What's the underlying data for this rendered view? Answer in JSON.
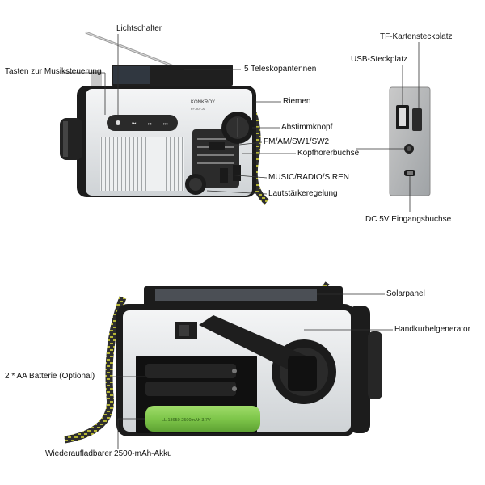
{
  "labels": {
    "light_switch": "Lichtschalter",
    "music_buttons": "Tasten zur Musiksteuerung",
    "telescopic_antennas": "5 Teleskopantennen",
    "strap": "Riemen",
    "tuning_knob": "Abstimmknopf",
    "bands": "FM/AM/SW1/SW2",
    "headphone_jack": "Kopfhörerbuchse",
    "mode_switch": "MUSIC/RADIO/SIREN",
    "volume_control": "Lautstärkeregelung",
    "tf_slot": "TF-Kartensteckplatz",
    "usb_slot": "USB-Steckplatz",
    "dc_input": "DC 5V Eingangsbuchse",
    "solar_panel": "Solarpanel",
    "hand_crank": "Handkurbelgenerator",
    "aa_batteries": "2 * AA Batterie (Optional)",
    "rechargeable_battery": "Wiederaufladbarer 2500-mAh-Akku"
  },
  "product": {
    "brand": "KONKROY",
    "model": "FF-307-A",
    "battery_print": "LL 18650 2500mAh 3.7V"
  },
  "colors": {
    "body_silver": "#e3e6e8",
    "trim_black": "#1c1c1c",
    "battery_green": "#7ec64a",
    "strap_dark": "#2e2e2e",
    "strap_yellow": "#b5b535",
    "label_text": "#111111"
  }
}
